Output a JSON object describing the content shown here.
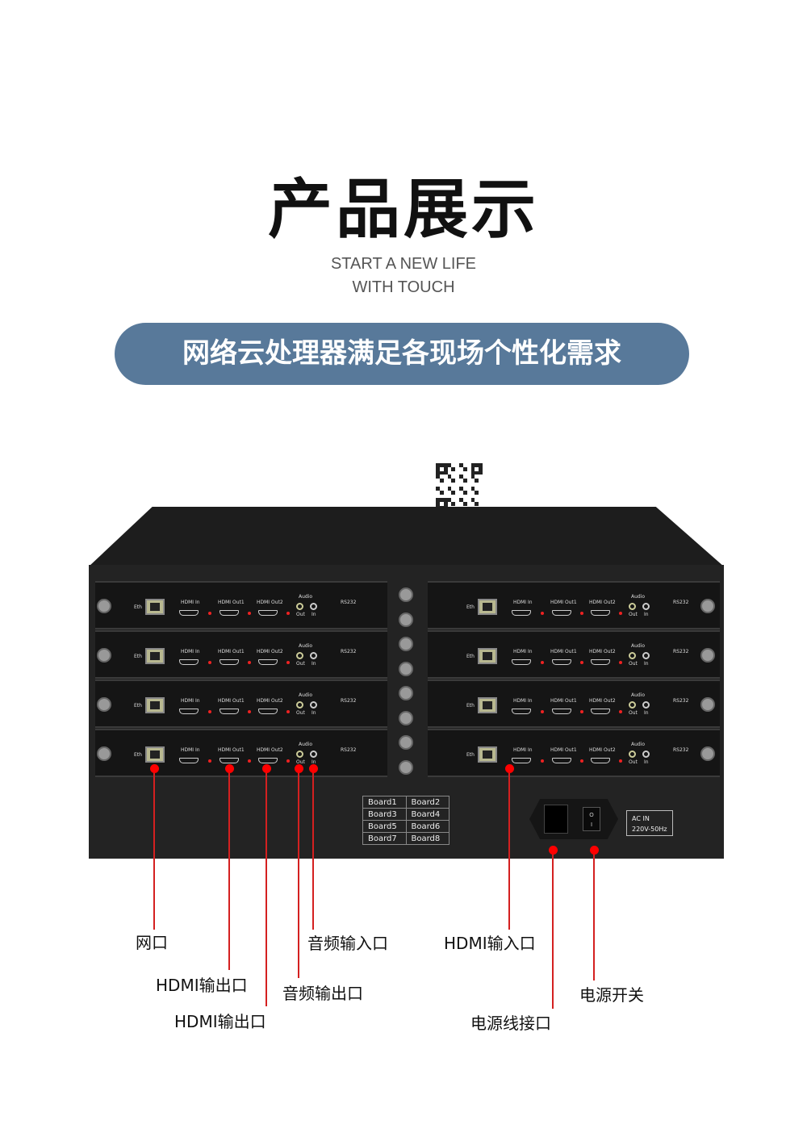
{
  "header": {
    "title": "产品展示",
    "subtitle_line1": "START A NEW LIFE",
    "subtitle_line2": "WITH TOUCH",
    "banner": "网络云处理器满足各现场个性化需求"
  },
  "card_labels": {
    "eth": "Eth",
    "hdmi_in": "HDMI In",
    "hdmi_out1": "HDMI Out1",
    "hdmi_out2": "HDMI Out2",
    "audio": "Audio",
    "out": "Out",
    "in": "In",
    "rs232": "RS232"
  },
  "board_table": [
    [
      "Board1",
      "Board2"
    ],
    [
      "Board3",
      "Board4"
    ],
    [
      "Board5",
      "Board6"
    ],
    [
      "Board7",
      "Board8"
    ]
  ],
  "ac_label": {
    "line1": "AC IN",
    "line2": "220V-50Hz"
  },
  "switch_marks": {
    "off": "O",
    "on": "I"
  },
  "callouts": {
    "network": "网口",
    "hdmi_out_1": "HDMI输出口",
    "hdmi_out_2": "HDMI输出口",
    "audio_out": "音频输出口",
    "audio_in": "音频输入口",
    "hdmi_in": "HDMI输入口",
    "power_cord": "电源线接口",
    "power_switch": "电源开关"
  }
}
